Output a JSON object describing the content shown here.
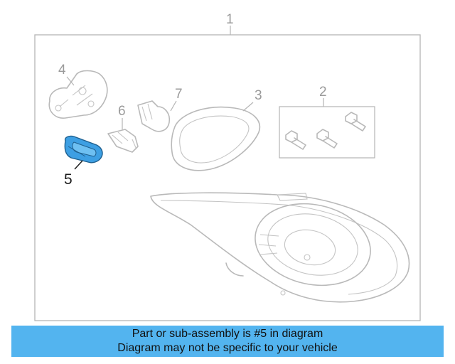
{
  "diagram": {
    "callouts": {
      "c1": "1",
      "c2": "2",
      "c3": "3",
      "c4": "4",
      "c5": "5",
      "c6": "6",
      "c7": "7"
    },
    "highlight_color": "#3d9fe3",
    "highlighted_part": "5"
  },
  "banner": {
    "line1": "Part or sub-assembly is #5 in diagram",
    "line2": "Diagram may not be specific to your vehicle",
    "background": "#53b4ef"
  }
}
